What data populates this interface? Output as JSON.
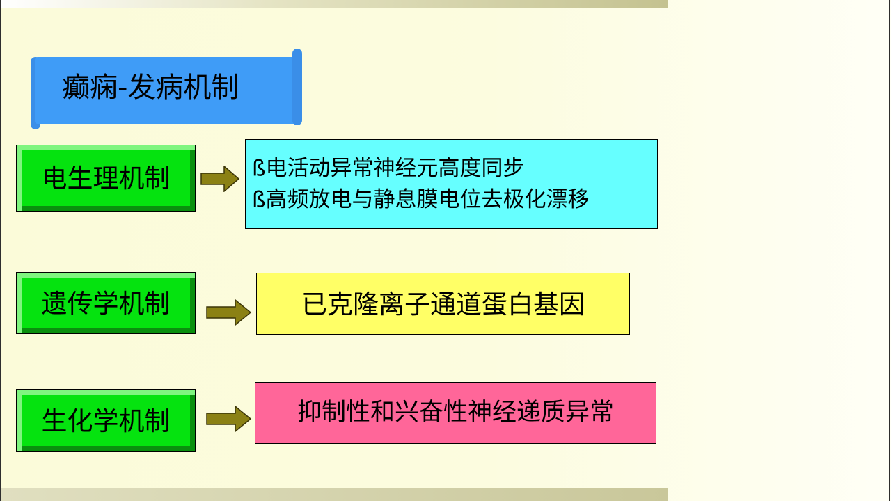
{
  "title": "癫痫-发病机制",
  "mechanisms": [
    {
      "label": "电生理机制",
      "details": [
        "ß电活动异常神经元高度同步",
        "ß高频放电与静息膜电位去极化漂移"
      ],
      "color": "#66ffff"
    },
    {
      "label": "遗传学机制",
      "details": [
        "已克隆离子通道蛋白基因"
      ],
      "color": "#ffff66"
    },
    {
      "label": "生化学机制",
      "details": [
        "抑制性和兴奋性神经递质异常"
      ],
      "color": "#ff6699"
    }
  ],
  "colors": {
    "mechanism_box": "#05e30f",
    "arrow": "#8b8114",
    "banner": "#3f9cf7"
  },
  "icons": {
    "arrow": "right-arrow-icon",
    "banner": "scroll-banner"
  }
}
